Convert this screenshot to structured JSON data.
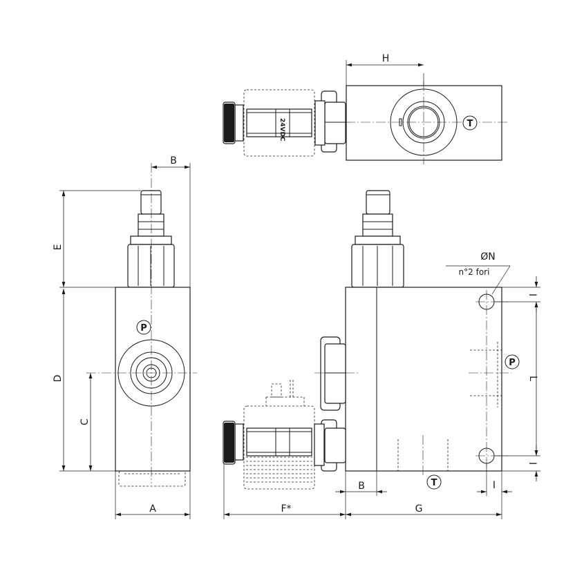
{
  "dimensions": {
    "A": "A",
    "B": "B",
    "C": "C",
    "D": "D",
    "E": "E",
    "F": "F*",
    "G": "G",
    "H": "H",
    "I": "I",
    "L": "L"
  },
  "ports": {
    "P": "P",
    "T": "T"
  },
  "notes": {
    "hole_diameter": "ØN",
    "hole_count": "n°2 fori"
  },
  "coil_label": "24VDC"
}
